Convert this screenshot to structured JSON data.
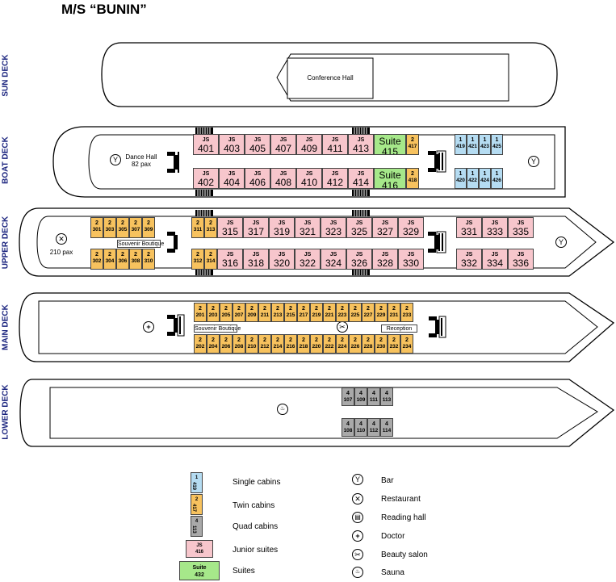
{
  "title": "M/S “BUNIN”",
  "decks": {
    "sun": "SUN DECK",
    "boat": "BOAT DECK",
    "upper": "UPPER DECK",
    "main": "MAIN DECK",
    "lower": "LOWER DECK"
  },
  "places": {
    "conference_hall": "Conference Hall",
    "dance_hall": "Dance Hall",
    "dance_hall_pax": "82 pax",
    "restaurant_pax": "210 pax",
    "souvenir_upper": "Souvenir Boutique",
    "souvenir_main": "Souvenir Boutique",
    "reception": "Reception"
  },
  "cabin_types": {
    "js": "JS",
    "suite": "Suite",
    "twin": "2",
    "single": "1",
    "quad": "4"
  },
  "boat": {
    "js_top": [
      "401",
      "403",
      "405",
      "407",
      "409",
      "411",
      "413"
    ],
    "js_bottom": [
      "402",
      "404",
      "406",
      "408",
      "410",
      "412",
      "414"
    ],
    "suite_top": "415",
    "suite_bottom": "416",
    "twin_top": "417",
    "twin_bottom": "418",
    "single_top": [
      "419",
      "421",
      "423",
      "425"
    ],
    "single_bottom": [
      "420",
      "422",
      "424",
      "426"
    ]
  },
  "upper": {
    "twin_top_left": [
      "301",
      "303",
      "305",
      "307",
      "309"
    ],
    "twin_bottom_left": [
      "302",
      "304",
      "306",
      "308",
      "310"
    ],
    "twin_top_mid": [
      "311",
      "313"
    ],
    "twin_bottom_mid": [
      "312",
      "314"
    ],
    "js_top": [
      "315",
      "317",
      "319",
      "321",
      "323",
      "325",
      "327",
      "329"
    ],
    "js_bottom": [
      "316",
      "318",
      "320",
      "322",
      "324",
      "326",
      "328",
      "330"
    ],
    "js_top_right": [
      "331",
      "333",
      "335"
    ],
    "js_bottom_right": [
      "332",
      "334",
      "336"
    ]
  },
  "main": {
    "twin_top": [
      "201",
      "203",
      "205",
      "207",
      "209",
      "211",
      "213",
      "215",
      "217",
      "219",
      "221",
      "223",
      "225",
      "227",
      "229",
      "231",
      "233"
    ],
    "twin_bottom": [
      "202",
      "204",
      "206",
      "208",
      "210",
      "212",
      "214",
      "216",
      "218",
      "220",
      "222",
      "224",
      "226",
      "228",
      "230",
      "232",
      "234"
    ]
  },
  "lower": {
    "quad_top": [
      "107",
      "109",
      "111",
      "113"
    ],
    "quad_bottom": [
      "108",
      "110",
      "112",
      "114"
    ]
  },
  "legend": {
    "single_label": "Single cabins",
    "twin_label": "Twin cabins",
    "quad_label": "Quad cabins",
    "junior_label": "Junior suites",
    "suites_label": "Suites",
    "single_type": "1",
    "single_num": "419",
    "twin_type": "2",
    "twin_num": "417",
    "quad_type": "4",
    "quad_num": "113",
    "junior_type": "JS",
    "junior_num": "416",
    "suite_type": "Suite",
    "suite_num": "432",
    "bar": "Bar",
    "restaurant": "Restaurant",
    "reading": "Reading hall",
    "doctor": "Doctor",
    "beauty": "Beauty salon",
    "sauna": "Sauna"
  },
  "icons": {
    "bar": "glass-icon",
    "restaurant": "cutlery-icon",
    "reading": "book-icon",
    "doctor": "cross-icon",
    "beauty": "scissors-icon",
    "sauna": "sauna-icon"
  },
  "colors": {
    "single": "#b5dcf2",
    "twin": "#f7c25e",
    "quad": "#a9a9a9",
    "junior": "#f7c6cc",
    "suite": "#a6e88a",
    "deck_label": "#1a237e"
  }
}
